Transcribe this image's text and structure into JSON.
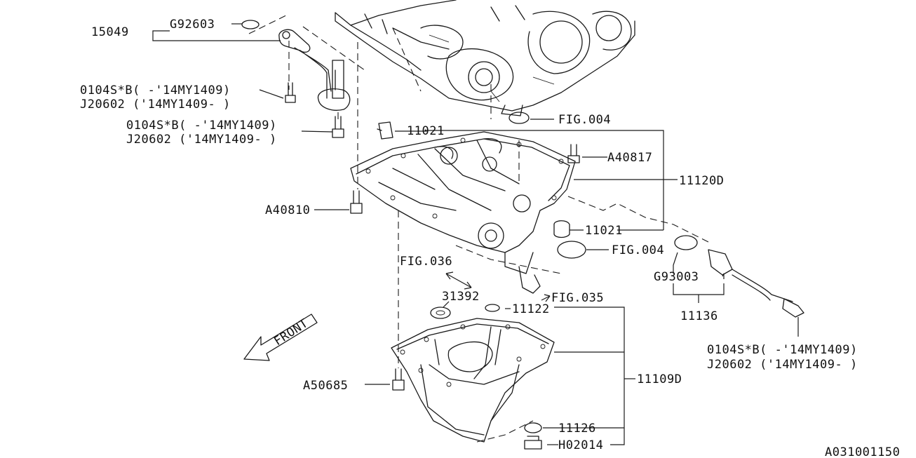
{
  "diagram_id": "A031001150",
  "labels": {
    "p15049": "15049",
    "g92603": "G92603",
    "bolt_a1": "0104S*B( -'14MY1409)",
    "bolt_a2": "J20602 ('14MY1409- )",
    "bolt_b1": "0104S*B( -'14MY1409)",
    "bolt_b2": "J20602 ('14MY1409- )",
    "p11021_top": "11021",
    "fig004_top": "FIG.004",
    "a40817": "A40817",
    "p11120d": "11120D",
    "a40810": "A40810",
    "p11021_mid": "11021",
    "fig004_mid": "FIG.004",
    "g93003": "G93003",
    "p11136": "11136",
    "fig036": "FIG.036",
    "fig035": "FIG.035",
    "p31392": "31392",
    "p11122": "11122",
    "front": "FRONT",
    "bolt_c1": "0104S*B( -'14MY1409)",
    "bolt_c2": "J20602 ('14MY1409- )",
    "a50685": "A50685",
    "p11109d": "11109D",
    "p11126": "11126",
    "h02014": "H02014"
  }
}
